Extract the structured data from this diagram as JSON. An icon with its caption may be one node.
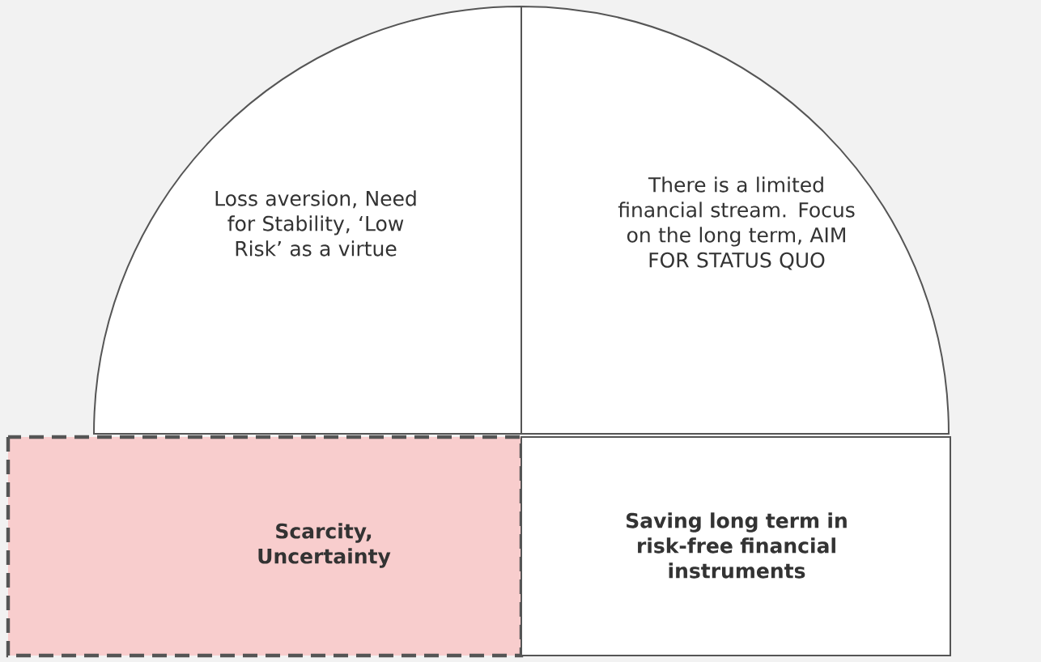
{
  "diagram": {
    "nodes": [
      {
        "text": [
          "Loss aversion, Need for Stability, ‘Low Risk’ as a virtue"
        ]
      },
      {
        "text": [
          "There is a limited financial stream. Focus on the long term, AIM FOR STATUS QUO"
        ]
      },
      {
        "text": [
          "Scarcity, Uncertainty"
        ]
      },
      {
        "text": [
          "Saving long term in risk-free financial instruments"
        ]
      }
    ]
  }
}
